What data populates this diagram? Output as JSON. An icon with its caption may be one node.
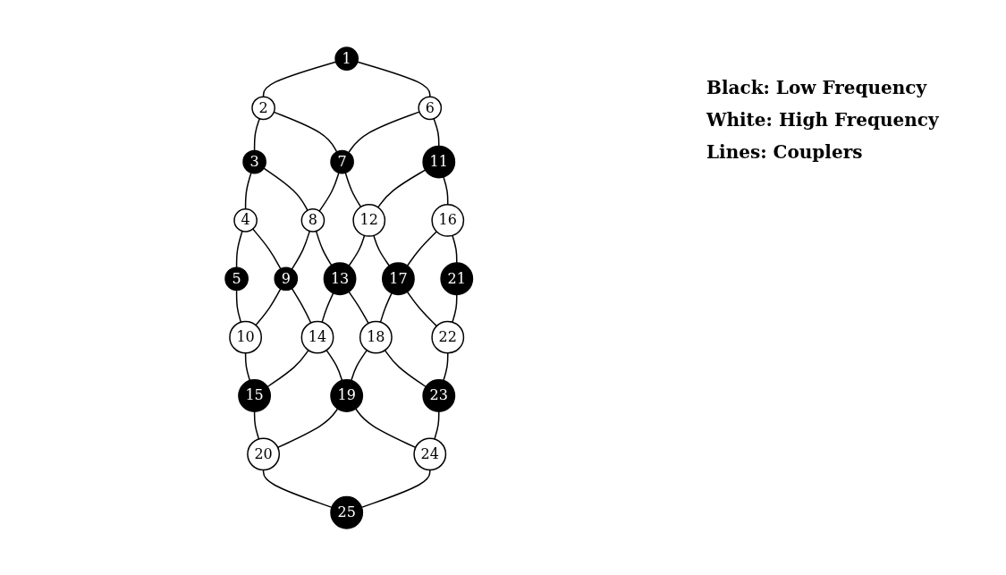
{
  "diagram": {
    "nodes": [
      {
        "text": [
          "1"
        ]
      },
      {
        "text": [
          "2"
        ]
      },
      {
        "text": [
          "3"
        ]
      },
      {
        "text": [
          "4"
        ]
      },
      {
        "text": [
          "5"
        ]
      },
      {
        "text": [
          "6"
        ]
      },
      {
        "text": [
          "7"
        ]
      },
      {
        "text": [
          "8"
        ]
      },
      {
        "text": [
          "9"
        ]
      },
      {
        "text": [
          "10"
        ]
      },
      {
        "text": [
          "11"
        ]
      },
      {
        "text": [
          "12"
        ]
      },
      {
        "text": [
          "13"
        ]
      },
      {
        "text": [
          "14"
        ]
      },
      {
        "text": [
          "15"
        ]
      },
      {
        "text": [
          "16"
        ]
      },
      {
        "text": [
          "17"
        ]
      },
      {
        "text": [
          "18"
        ]
      },
      {
        "text": [
          "19"
        ]
      },
      {
        "text": [
          "20"
        ]
      },
      {
        "text": [
          "21"
        ]
      },
      {
        "text": [
          "22"
        ]
      },
      {
        "text": [
          "23"
        ]
      },
      {
        "text": [
          "24"
        ]
      },
      {
        "text": [
          "25"
        ]
      }
    ],
    "edges": [
      {
        "from": 0,
        "to": 1,
        "arrow": "none"
      },
      {
        "from": 1,
        "to": 2,
        "arrow": "none"
      },
      {
        "from": 2,
        "to": 3,
        "arrow": "none"
      },
      {
        "from": 3,
        "to": 4,
        "arrow": "none"
      },
      {
        "from": 0,
        "to": 5,
        "arrow": "none"
      },
      {
        "from": 1,
        "to": 6,
        "arrow": "none"
      },
      {
        "from": 2,
        "to": 7,
        "arrow": "none"
      },
      {
        "from": 3,
        "to": 8,
        "arrow": "none"
      },
      {
        "from": 4,
        "to": 9,
        "arrow": "none"
      },
      {
        "from": 5,
        "to": 6,
        "arrow": "none"
      },
      {
        "from": 6,
        "to": 7,
        "arrow": "none"
      },
      {
        "from": 7,
        "to": 8,
        "arrow": "none"
      },
      {
        "from": 8,
        "to": 9,
        "arrow": "none"
      },
      {
        "from": 5,
        "to": 10,
        "arrow": "none"
      },
      {
        "from": 6,
        "to": 11,
        "arrow": "none"
      },
      {
        "from": 7,
        "to": 12,
        "arrow": "none"
      },
      {
        "from": 8,
        "to": 13,
        "arrow": "none"
      },
      {
        "from": 9,
        "to": 14,
        "arrow": "none"
      },
      {
        "from": 10,
        "to": 11,
        "arrow": "none"
      },
      {
        "from": 11,
        "to": 12,
        "arrow": "none"
      },
      {
        "from": 12,
        "to": 13,
        "arrow": "none"
      },
      {
        "from": 13,
        "to": 14,
        "arrow": "none"
      },
      {
        "from": 10,
        "to": 15,
        "arrow": "none"
      },
      {
        "from": 11,
        "to": 16,
        "arrow": "none"
      },
      {
        "from": 12,
        "to": 17,
        "arrow": "none"
      },
      {
        "from": 13,
        "to": 18,
        "arrow": "none"
      },
      {
        "from": 14,
        "to": 19,
        "arrow": "none"
      },
      {
        "from": 15,
        "to": 16,
        "arrow": "none"
      },
      {
        "from": 16,
        "to": 17,
        "arrow": "none"
      },
      {
        "from": 17,
        "to": 18,
        "arrow": "none"
      },
      {
        "from": 18,
        "to": 19,
        "arrow": "none"
      },
      {
        "from": 15,
        "to": 20,
        "arrow": "none"
      },
      {
        "from": 16,
        "to": 21,
        "arrow": "none"
      },
      {
        "from": 17,
        "to": 22,
        "arrow": "none"
      },
      {
        "from": 18,
        "to": 23,
        "arrow": "none"
      },
      {
        "from": 19,
        "to": 24,
        "arrow": "none"
      },
      {
        "from": 20,
        "to": 21,
        "arrow": "none"
      },
      {
        "from": 21,
        "to": 22,
        "arrow": "none"
      },
      {
        "from": 22,
        "to": 23,
        "arrow": "none"
      },
      {
        "from": 23,
        "to": 24,
        "arrow": "none"
      }
    ],
    "labels": [
      "Black: Low Frequency",
      "White: High Frequency",
      "Lines: Couplers"
    ]
  }
}
